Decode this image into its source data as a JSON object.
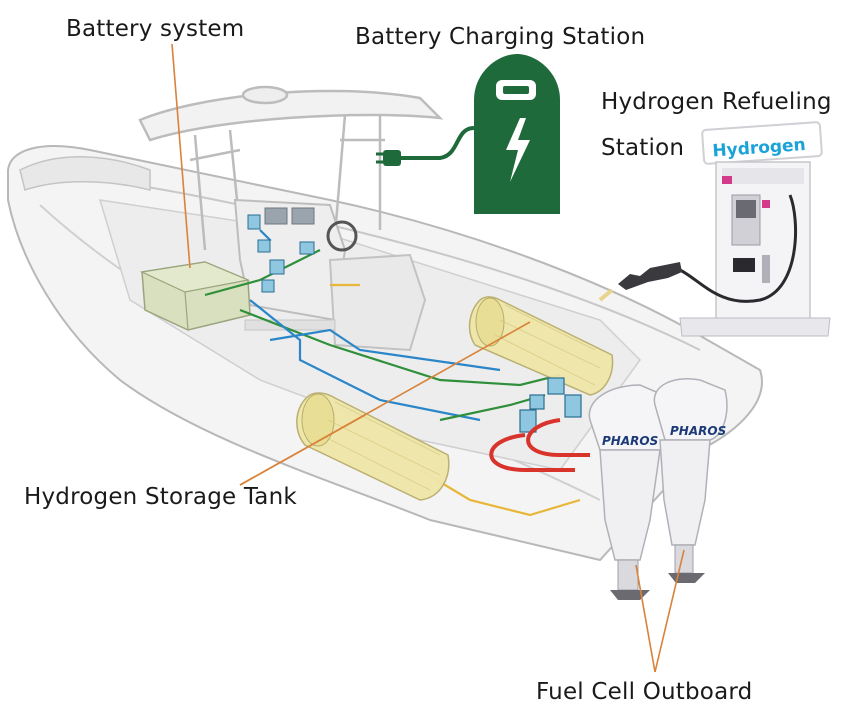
{
  "labels": {
    "battery_system": "Battery system",
    "charging_station": "Battery Charging Station",
    "refueling_line1": "Hydrogen Refueling",
    "refueling_line2": "Station",
    "hydrogen_sign": "Hydrogen",
    "storage_tank": "Hydrogen Storage Tank",
    "fuel_cell_outboard": "Fuel Cell Outboard",
    "outboard_brand_1": "PHAROS",
    "outboard_brand_2": "PHAROS"
  },
  "colors": {
    "charging_station": "#1f6a3a",
    "leader_lines": "#d9823a",
    "hydrogen_sign_text": "#1aa3d9",
    "tank_fill": "#efe6a8",
    "battery_fill": "#d8e0bf",
    "hot_pipe": "#d9342b",
    "green_wire": "#2f8f3a",
    "blue_wire": "#2a86c8",
    "yellow_wire": "#e8b638"
  }
}
